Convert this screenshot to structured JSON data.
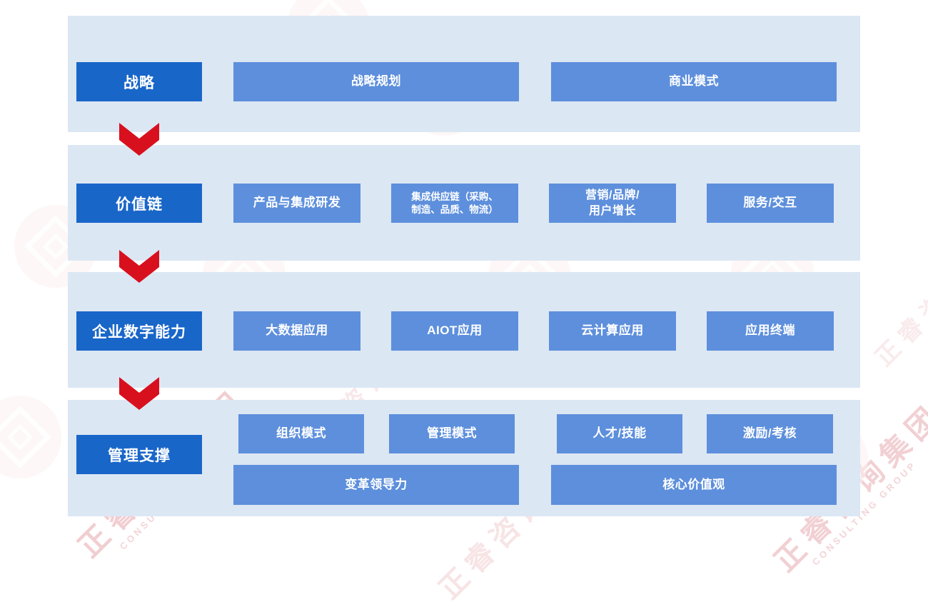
{
  "watermark": {
    "brand_text": "正睿咨询集团",
    "brand_subtext": "CONSULTING GROUP"
  },
  "colors": {
    "band": "#dce7f4",
    "label_box": "#1966c9",
    "item_box": "#5d8fdc",
    "arrow_red": "#d8101e",
    "text": "#ffffff",
    "watermark_pink": "#dd868e"
  },
  "rows": [
    {
      "label": "战略",
      "items": [
        {
          "lines": [
            "战略规划"
          ]
        },
        {
          "lines": [
            "商业模式"
          ]
        }
      ]
    },
    {
      "label": "价值链",
      "items": [
        {
          "lines": [
            "产品与集成研发"
          ]
        },
        {
          "lines": [
            "集成供应链（采购、",
            "制造、品质、物流）"
          ]
        },
        {
          "lines": [
            "营销/品牌/",
            "用户增长"
          ]
        },
        {
          "lines": [
            "服务/交互"
          ]
        }
      ]
    },
    {
      "label": "企业数字能力",
      "items": [
        {
          "lines": [
            "大数据应用"
          ]
        },
        {
          "lines": [
            "AIOT应用"
          ]
        },
        {
          "lines": [
            "云计算应用"
          ]
        },
        {
          "lines": [
            "应用终端"
          ]
        }
      ]
    },
    {
      "label": "管理支撑",
      "items_row1": [
        {
          "lines": [
            "组织模式"
          ]
        },
        {
          "lines": [
            "管理模式"
          ]
        },
        {
          "lines": [
            "人才/技能"
          ]
        },
        {
          "lines": [
            "激励/考核"
          ]
        }
      ],
      "items_row2": [
        {
          "lines": [
            "变革领导力"
          ]
        },
        {
          "lines": [
            "核心价值观"
          ]
        }
      ]
    }
  ]
}
